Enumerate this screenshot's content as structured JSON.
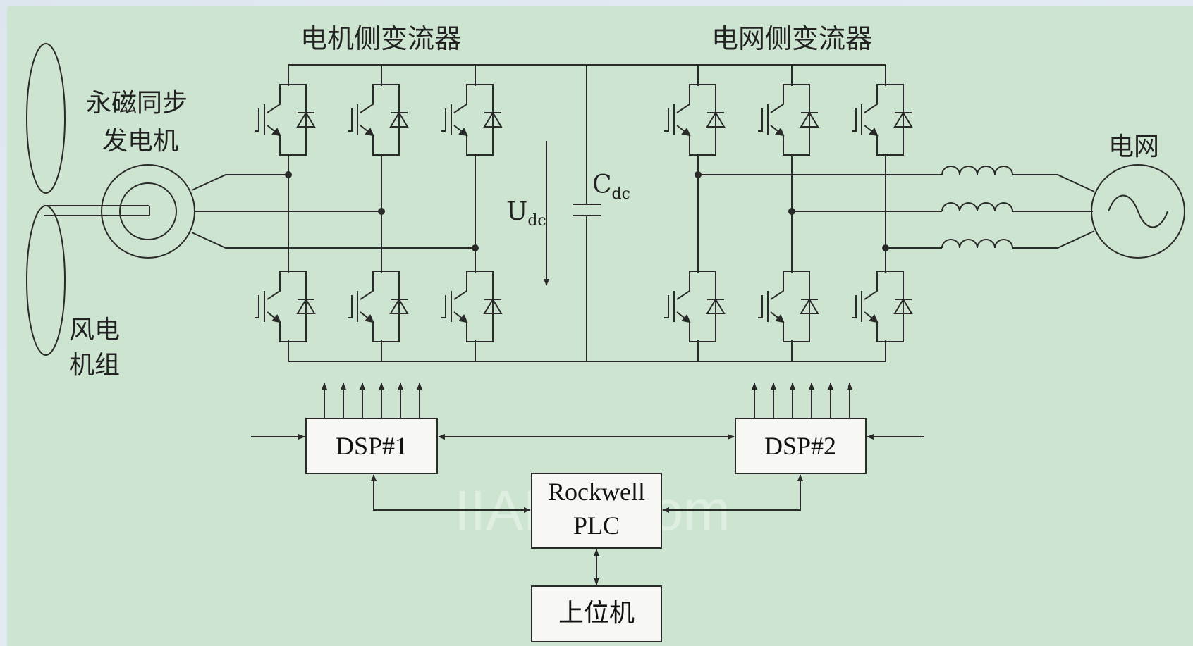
{
  "labels": {
    "motor_side_converter": "电机侧变流器",
    "grid_side_converter": "电网侧变流器",
    "pmsg_line1": "永磁同步",
    "pmsg_line2": "发电机",
    "grid": "电网",
    "wind_turbine_line1": "风电",
    "wind_turbine_line2": "机组",
    "udc_main": "U",
    "udc_sub": "dc",
    "cdc_main": "C",
    "cdc_sub": "dc"
  },
  "blocks": {
    "dsp1": "DSP#1",
    "dsp2": "DSP#2",
    "plc_line1": "Rockwell",
    "plc_line2": "PLC",
    "host": "上位机"
  },
  "watermark": "IIANG.com",
  "colors": {
    "background": "#cde5d0",
    "line": "#2a2a2a",
    "block_fill": "#f7f7f4"
  }
}
